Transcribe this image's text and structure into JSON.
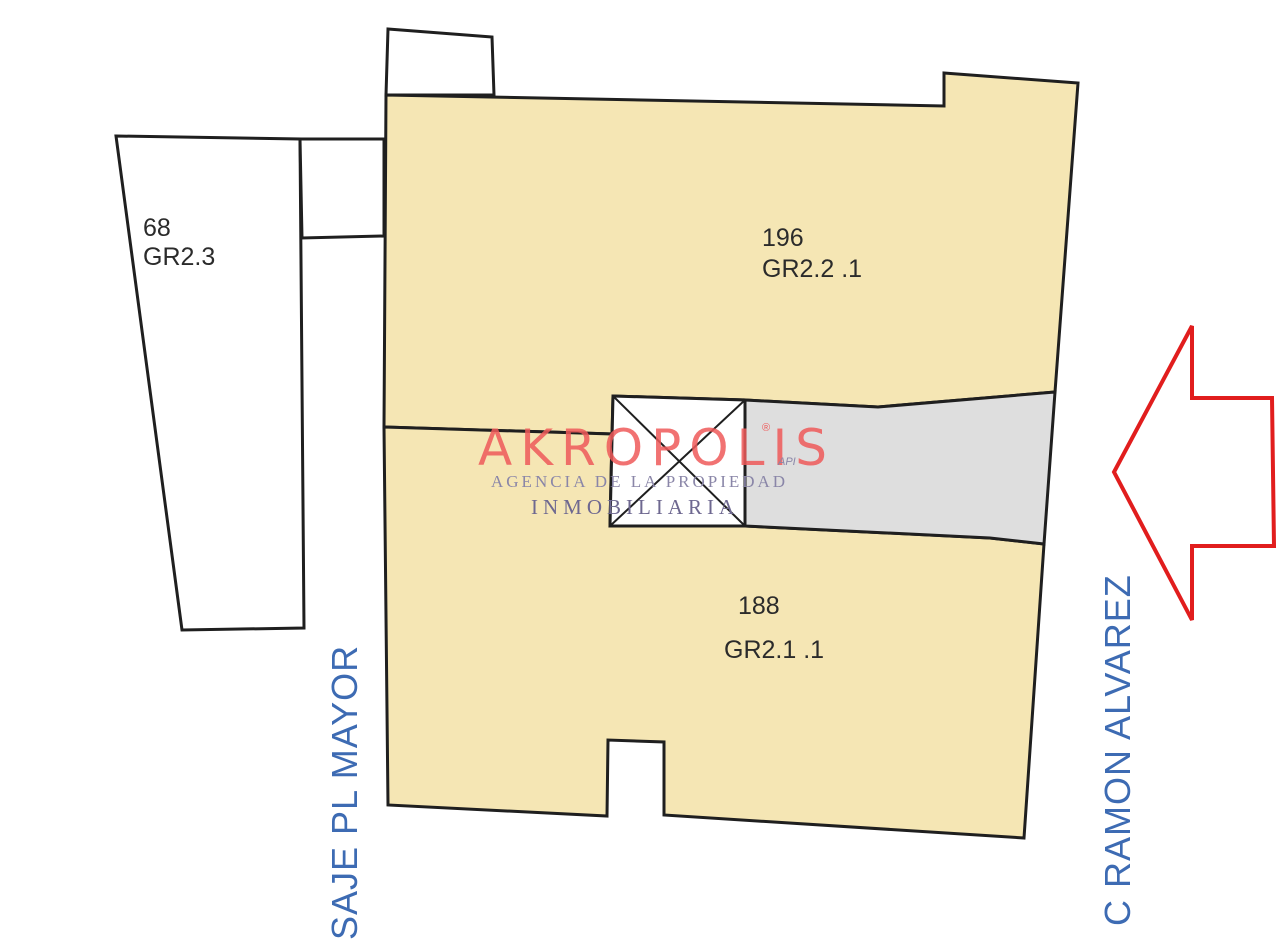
{
  "parcels": {
    "parcel_68": {
      "number": "68",
      "code": "GR2.3"
    },
    "parcel_196": {
      "number": "196",
      "code": "GR2.2  .1"
    },
    "parcel_188": {
      "number": "188",
      "code": "GR2.1  .1"
    }
  },
  "streets": {
    "left": "SAJE PL MAYOR",
    "right": "C RAMON ALVAREZ"
  },
  "watermark": {
    "brand": "AKROPOLIS",
    "registered": "®",
    "api": "API",
    "line1": "AGENCIA DE LA PROPIEDAD",
    "line2": "INMOBILIARIA"
  },
  "colors": {
    "parcel_fill": "#f5e6b4",
    "common_area_fill": "#dedede",
    "outline": "#1f1f1f",
    "arrow": "#e11d1d"
  }
}
